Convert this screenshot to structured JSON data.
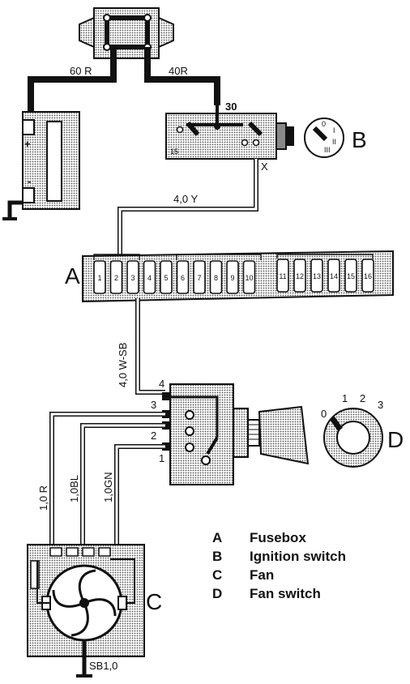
{
  "components": {
    "fusebox": {
      "letter": "A",
      "fuses": [
        "1",
        "2",
        "3",
        "4",
        "5",
        "6",
        "7",
        "8",
        "9",
        "10",
        "11",
        "12",
        "13",
        "14",
        "15",
        "16"
      ]
    },
    "ignition_switch": {
      "letter": "B",
      "terminals": {
        "t30": "30",
        "t15": "15",
        "tx": "X"
      },
      "positions": [
        "0",
        "I",
        "II",
        "III"
      ]
    },
    "fan": {
      "letter": "C"
    },
    "fan_switch": {
      "letter": "D",
      "terminals": [
        "4",
        "3",
        "2",
        "1"
      ],
      "positions": [
        "0",
        "1",
        "2",
        "3"
      ]
    }
  },
  "wires": {
    "battery_to_connector": "60 R",
    "connector_to_ignition": "40R",
    "ignition_to_fusebox": "4,0 Y",
    "fusebox_to_switch": "4,0 W-SB",
    "red": "1,0 R",
    "blue": "1,0BL",
    "green": "1,0GN",
    "ground": "SB1,0"
  },
  "battery": {
    "plus": "+",
    "minus": "-"
  },
  "legend": [
    {
      "key": "A",
      "label": "Fusebox"
    },
    {
      "key": "B",
      "label": "Ignition switch"
    },
    {
      "key": "C",
      "label": "Fan"
    },
    {
      "key": "D",
      "label": "Fan switch"
    }
  ],
  "colors": {
    "stipple": "#bdbdbd",
    "ink": "#111111"
  }
}
